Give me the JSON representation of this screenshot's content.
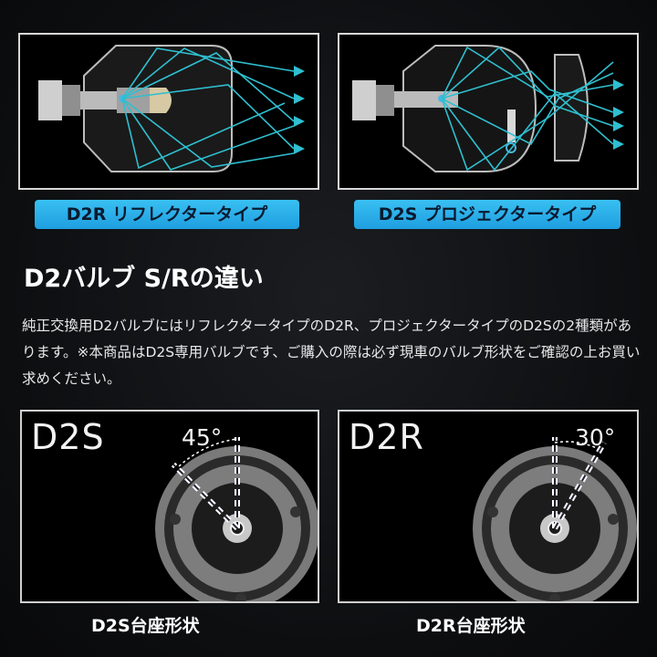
{
  "top_labels": {
    "reflector": "D2R リフレクタータイプ",
    "projector": "D2S プロジェクタータイプ"
  },
  "heading": "D2バルブ S/Rの違い",
  "description": "純正交換用D2バルブにはリフレクタータイプのD2R、プロジェクタータイプのD2Sの2種類があります。※本商品はD2S専用バルブです、ご購入の際は必ず現車のバルブ形状をご確認の上お買い求めください。",
  "socket_s": {
    "code": "D2S",
    "angle": "45°",
    "caption": "D2S台座形状"
  },
  "socket_r": {
    "code": "D2R",
    "angle": "30°",
    "caption": "D2R台座形状"
  },
  "colors": {
    "accent": "#29b3ec",
    "ray": "#2fbfd0",
    "panel_border": "#d8d8d8"
  }
}
